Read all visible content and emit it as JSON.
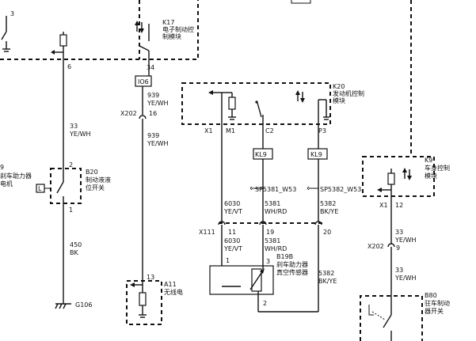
{
  "modules": {
    "k17": {
      "id": "K17",
      "name_line1": "电子制动控",
      "name_line2": "制模块",
      "pin": "34"
    },
    "k20": {
      "id": "K20",
      "name_line1": "发动机控制",
      "name_line2": "模块",
      "pin_x1": "X1",
      "pin_m1": "M1",
      "pin_c2": "C2",
      "pin_p3": "P3"
    },
    "k9": {
      "id": "K9",
      "name_line1": "车身控制",
      "name_line2": "模块",
      "pin_x1": "X1",
      "pin_12": "12"
    },
    "b20": {
      "id": "B20",
      "name_line1": "制动液液",
      "name_line2": "位开关",
      "pin_top": "2",
      "pin_bottom": "1",
      "tag": "L"
    },
    "b19b": {
      "id": "B19B",
      "name_line1": "刹车助力器",
      "name_line2": "真空传感器",
      "pin_1": "1",
      "pin_2": "2",
      "pin_3": "3"
    },
    "a11": {
      "id": "A11",
      "name": "无线电",
      "pin": "13"
    },
    "b80": {
      "id": "B80",
      "name_line1": "驻车制动",
      "name_line2": "器开关"
    },
    "left_module": {
      "line1": "刹车助力器",
      "line2": "电机",
      "id_fragment": "9"
    }
  },
  "labels": {
    "left_pin_3": "3",
    "left_pin_6": "6",
    "io6": "IO6",
    "kl9_left": "KL9",
    "kl9_right": "KL9",
    "x202_top": "X202",
    "x202_top_pin": "16",
    "x202_right": "X202",
    "x202_right_pin": "9",
    "x111": "X111",
    "x111_pin_11": "11",
    "x111_pin_19": "19",
    "x111_pin_20": "20",
    "sp5381": "SP5381_W53",
    "sp5382": "SP5382_W53",
    "ground": "G106"
  },
  "wires": {
    "w939_a_num": "939",
    "w939_a_col": "YE/WH",
    "w939_b_num": "939",
    "w939_b_col": "YE/WH",
    "w33_left_num": "33",
    "w33_left_col": "YE/WH",
    "w450_num": "450",
    "w450_col": "BK",
    "w6030_a_num": "6030",
    "w6030_a_col": "YE/VT",
    "w6030_b_num": "6030",
    "w6030_b_col": "YE/VT",
    "w5381_a_num": "5381",
    "w5381_a_col": "WH/RD",
    "w5381_b_num": "5381",
    "w5381_b_col": "WH/RD",
    "w5382_a_num": "5382",
    "w5382_a_col": "BK/YE",
    "w5382_b_num": "5382",
    "w5382_b_col": "BK/YE",
    "w33_r1_num": "33",
    "w33_r1_col": "YE/WH",
    "w33_r2_num": "33",
    "w33_r2_col": "YE/WH"
  }
}
